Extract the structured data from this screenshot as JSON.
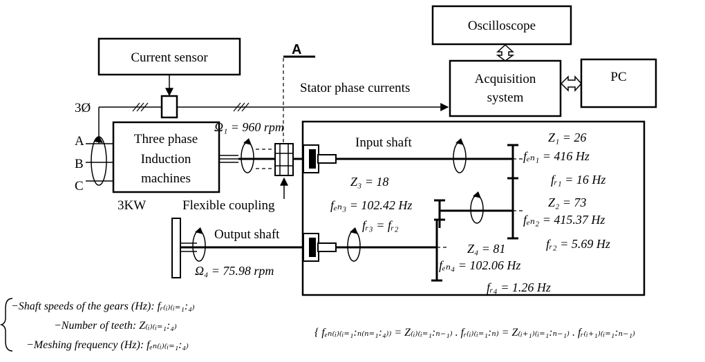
{
  "blocks": {
    "current_sensor": "Current sensor",
    "oscilloscope": "Oscilloscope",
    "acquisition_line1": "Acquisition",
    "acquisition_line2": "system",
    "pc": "PC",
    "motor_line1": "Three phase",
    "motor_line2": "Induction",
    "motor_line3": "machines"
  },
  "labels": {
    "section_a": "A",
    "three_phase": "3Ø",
    "phase_a": "A",
    "phase_b": "B",
    "phase_c": "C",
    "stator_currents": "Stator phase currents",
    "power": "3KW",
    "flexible_coupling": "Flexible coupling",
    "input_shaft": "Input shaft",
    "output_shaft": "Output shaft",
    "omega1": "Ω₁ = 960 rpm",
    "omega4": "Ω₄ = 75.98 rpm"
  },
  "gears": {
    "z1": "Z₁ = 26",
    "fen1": "fₑₙ₁ = 416 Hz",
    "fr1": "fᵣ₁ = 16 Hz",
    "z2": "Z₂ = 73",
    "fen2": "fₑₙ₂ = 415.37 Hz",
    "fr2": "fᵣ₂ = 5.69 Hz",
    "z3": "Z₃ = 18",
    "fen3": "fₑₙ₃ = 102.42 Hz",
    "fr3": "fᵣ₃ = fᵣ₂",
    "z4": "Z₄ = 81",
    "fen4": "fₑₙ₄ = 102.06 Hz",
    "fr4": "fᵣ₄ = 1.26 Hz"
  },
  "legend": {
    "line1": "−Shaft speeds of the gears (Hz): fᵣ₍ᵢ₎₍ᵢ₌₁:₄₎",
    "line2": "−Number of teeth: Z₍ᵢ₎₍ᵢ₌₁:₄₎",
    "line3": "−Meshing frequency (Hz): fₑₙ₍ᵢ₎₍ᵢ₌₁:₄₎"
  },
  "formula": "{ fₑₙ₍ᵢ₎₍ᵢ₌₁:ₙ₍ₙ₌₁:₄₎₎ = Z₍ᵢ₎₍ᵢ₌₁:ₙ₋₁₎ . fᵣ₍ᵢ₎₍ᵢ₌₁:ₙ₎ = Z₍ᵢ₊₁₎₍ᵢ₌₁:ₙ₋₁₎ . fᵣ₍ᵢ₊₁₎₍ᵢ₌₁:ₙ₋₁₎"
}
